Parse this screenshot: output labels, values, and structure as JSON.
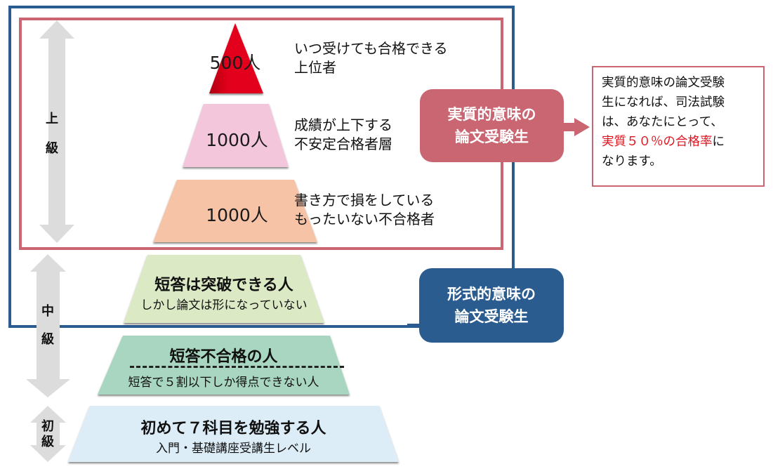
{
  "pyramid": {
    "tiers": [
      {
        "id": "top",
        "count_label": "500人",
        "description": [
          "いつ受けても合格できる",
          "上位者"
        ],
        "color": "#e3001b"
      },
      {
        "id": "unstable",
        "count_label": "1000人",
        "description": [
          "成績が上下する",
          "不安定合格者層"
        ],
        "color": "#f3c6dc"
      },
      {
        "id": "wasteful",
        "count_label": "1000人",
        "description": [
          "書き方で損をしている",
          "もったいない不合格者"
        ],
        "color": "#f6c3a6"
      },
      {
        "id": "short-answer-pass",
        "title": "短答は突破できる人",
        "subtitle": "しかし論文は形になっていない",
        "color": "#dbe9c4"
      },
      {
        "id": "short-answer-fail",
        "title": "短答不合格の人",
        "subtitle": "短答で５割以下しか得点できない人",
        "color": "#a8d6c0"
      },
      {
        "id": "beginner",
        "title": "初めて７科目を勉強する人",
        "subtitle": "入門・基礎講座受講生レベル",
        "color": "#dcedf8"
      }
    ]
  },
  "levels": {
    "advanced": [
      "上",
      "級"
    ],
    "intermediate": [
      "中",
      "級"
    ],
    "beginner": [
      "初",
      "級"
    ]
  },
  "callouts": {
    "substantive": {
      "line1": "実質的意味の",
      "line2": "論文受験生",
      "color": "#c96672"
    },
    "formal": {
      "line1": "形式的意味の",
      "line2": "論文受験生",
      "color": "#2b5c8f"
    }
  },
  "note": {
    "line1": "実質的意味の論文受験",
    "line2": "生になれば、司法試験",
    "line3": "は、あなたにとって、",
    "line4_red": "実質５０％の合格率",
    "line4_rest": "に",
    "line5": "なります。",
    "highlight_color": "#e0141e"
  }
}
